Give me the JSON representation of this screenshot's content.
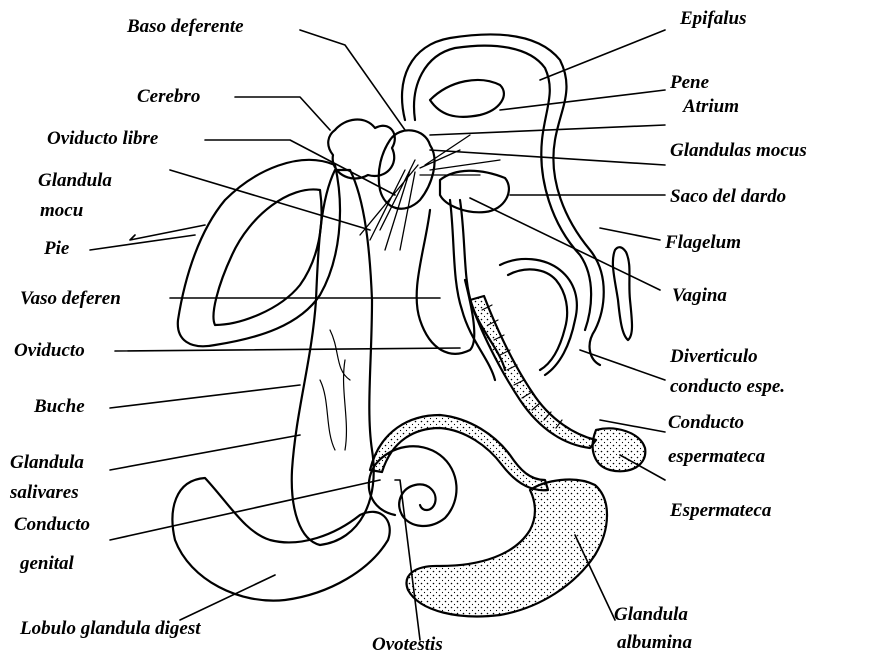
{
  "labels": {
    "baso_deferente": "Baso deferente",
    "epifalus": "Epifalus",
    "pene": "Pene",
    "atrium": "Atrium",
    "cerebro": "Cerebro",
    "oviducto_libre": "Oviducto libre",
    "glandulas_mocus": "Glandulas mocus",
    "glandula_mocu_1": "Glandula",
    "glandula_mocu_2": "mocu",
    "saco_del_dardo": "Saco del dardo",
    "pie": "Pie",
    "flagelum": "Flagelum",
    "vaso_deferen": "Vaso deferen",
    "vagina": "Vagina",
    "oviducto": "Oviducto",
    "diverticulo_1": "Diverticulo",
    "diverticulo_2": "conducto espe.",
    "buche": "Buche",
    "conducto_esp_1": "Conducto",
    "conducto_esp_2": "espermateca",
    "glandula_sal_1": "Glandula",
    "glandula_sal_2": "salivares",
    "espermateca": "Espermateca",
    "conducto_gen_1": "Conducto",
    "conducto_gen_2": "genital",
    "lobulo": "Lobulo glandula digest",
    "ovotestis": "Ovotestis",
    "glandula_alb_1": "Glandula",
    "glandula_alb_2": "albumina"
  }
}
